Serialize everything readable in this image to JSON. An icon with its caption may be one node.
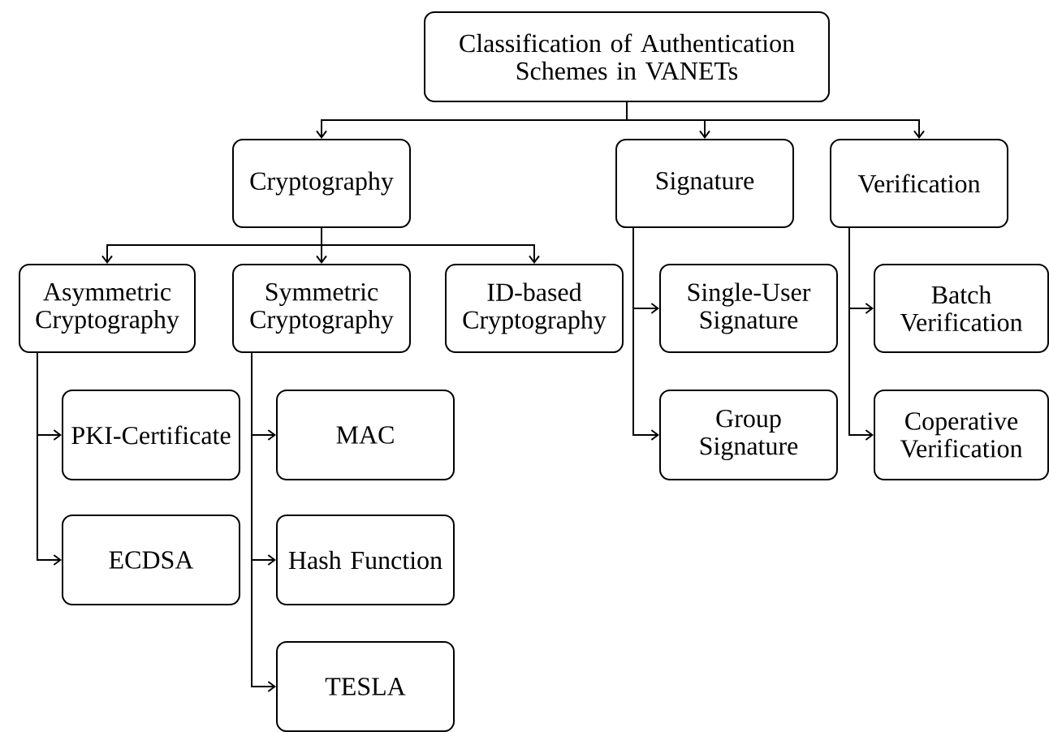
{
  "diagram": {
    "nodes": [
      {
        "text": [
          "Classification of Authentication Schemes in VANETs"
        ]
      },
      {
        "text": [
          "Cryptography"
        ]
      },
      {
        "text": [
          "Signature"
        ]
      },
      {
        "text": [
          "Verification"
        ]
      },
      {
        "text": [
          "Asymmetric Cryptography"
        ]
      },
      {
        "text": [
          "Symmetric Cryptography"
        ]
      },
      {
        "text": [
          "ID-based Cryptography"
        ]
      },
      {
        "text": [
          "Single-User Signature"
        ]
      },
      {
        "text": [
          "Batch Verification"
        ]
      },
      {
        "text": [
          "PKI-Certificate"
        ]
      },
      {
        "text": [
          "MAC"
        ]
      },
      {
        "text": [
          "Group Signature"
        ]
      },
      {
        "text": [
          "Coperative Verification"
        ]
      },
      {
        "text": [
          "ECDSA"
        ]
      },
      {
        "text": [
          "Hash Function"
        ]
      },
      {
        "text": [
          "TESLA"
        ]
      }
    ],
    "edges": [
      {
        "from": 0,
        "to": 1,
        "arrow": "to"
      },
      {
        "from": 0,
        "to": 2,
        "arrow": "to"
      },
      {
        "from": 0,
        "to": 3,
        "arrow": "to"
      },
      {
        "from": 1,
        "to": 4,
        "arrow": "to"
      },
      {
        "from": 1,
        "to": 5,
        "arrow": "to"
      },
      {
        "from": 1,
        "to": 6,
        "arrow": "to"
      },
      {
        "from": 4,
        "to": 9,
        "arrow": "to"
      },
      {
        "from": 4,
        "to": 13,
        "arrow": "to"
      },
      {
        "from": 5,
        "to": 10,
        "arrow": "to"
      },
      {
        "from": 5,
        "to": 14,
        "arrow": "to"
      },
      {
        "from": 5,
        "to": 15,
        "arrow": "to"
      },
      {
        "from": 2,
        "to": 7,
        "arrow": "to"
      },
      {
        "from": 2,
        "to": 11,
        "arrow": "to"
      },
      {
        "from": 3,
        "to": 8,
        "arrow": "to"
      },
      {
        "from": 3,
        "to": 12,
        "arrow": "to"
      }
    ]
  }
}
